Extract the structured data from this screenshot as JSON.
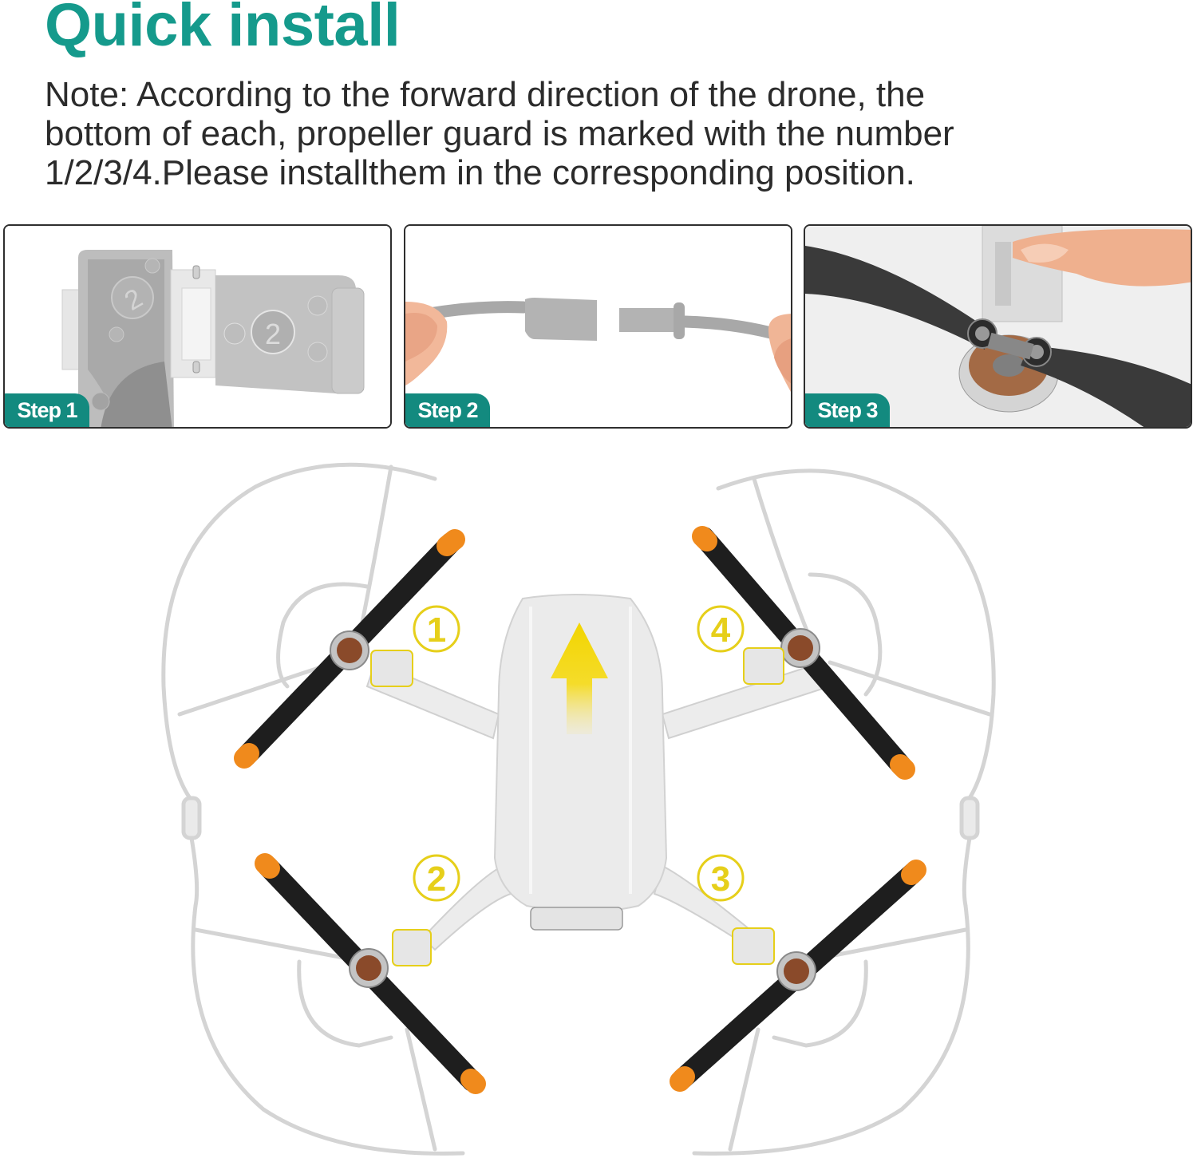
{
  "header": {
    "title": "Quick install",
    "note_lines": [
      "Note: According to the forward direction of the drone, the",
      "bottom of each, propeller guard is marked with the number",
      "1/2/3/4.Please installthem in the corresponding position."
    ]
  },
  "steps": [
    {
      "label": "Step 1",
      "image": "hinge-clip-marked-2"
    },
    {
      "label": "Step 2",
      "image": "guard-ring-connector-joining"
    },
    {
      "label": "Step 3",
      "image": "clip-onto-motor-arm"
    }
  ],
  "diagram": {
    "description": "drone-top-view-with-propeller-guards",
    "forward_arrow": "arrow-up-icon",
    "positions": [
      {
        "number": "1",
        "location": "front-left"
      },
      {
        "number": "4",
        "location": "front-right"
      },
      {
        "number": "2",
        "location": "rear-left"
      },
      {
        "number": "3",
        "location": "rear-right"
      }
    ]
  },
  "colors": {
    "title": "#159a8c",
    "badge": "#138a7f",
    "number_label": "#e6cf1a",
    "propeller": "#1e1e1e",
    "propeller_tip": "#f08a1c",
    "guard": "#d4d4d4"
  }
}
